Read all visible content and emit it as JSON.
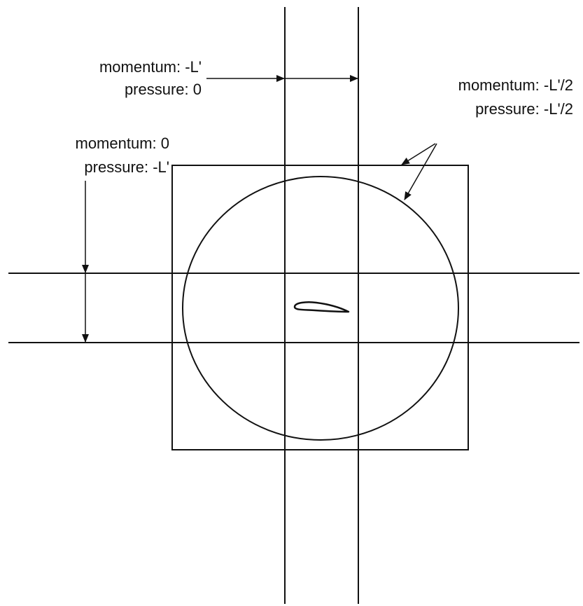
{
  "labels": {
    "vertical_strip": {
      "momentum": "momentum:  -L'",
      "pressure": "pressure:  0"
    },
    "horizontal_strip": {
      "momentum": "momentum:  0",
      "pressure": "pressure:  -L'"
    },
    "box_and_circle": {
      "momentum": "momentum:  -L'/2",
      "pressure": "pressure:  -L'/2"
    }
  },
  "colors": {
    "stroke": "#111111",
    "background": "#ffffff"
  }
}
